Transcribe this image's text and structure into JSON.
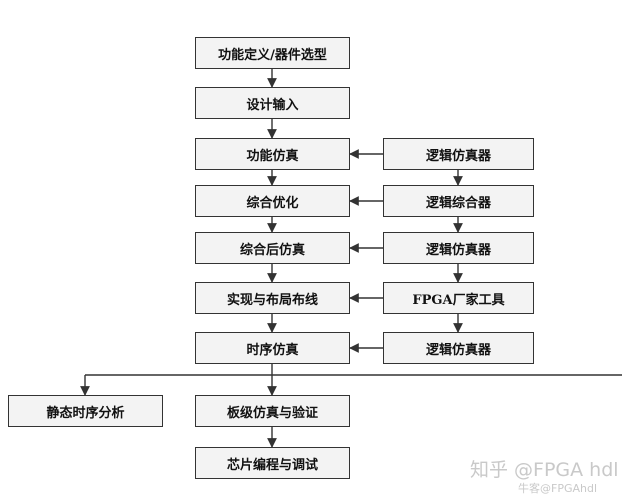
{
  "flow": {
    "main": [
      "功能定义/器件选型",
      "设计输入",
      "功能仿真",
      "综合优化",
      "综合后仿真",
      "实现与布局布线",
      "时序仿真",
      "板级仿真与验证",
      "芯片编程与调试"
    ],
    "tools": [
      "逻辑仿真器",
      "逻辑综合器",
      "逻辑仿真器",
      "FPGA厂家工具",
      "逻辑仿真器"
    ],
    "side": "静态时序分析"
  },
  "watermark": {
    "large": "知乎 @FPGA hdl",
    "small": "牛客@FPGAhdl"
  },
  "colors": {
    "line": "#333333",
    "box_fill": "#f3f3f3",
    "watermark": "#c9c9c9"
  }
}
